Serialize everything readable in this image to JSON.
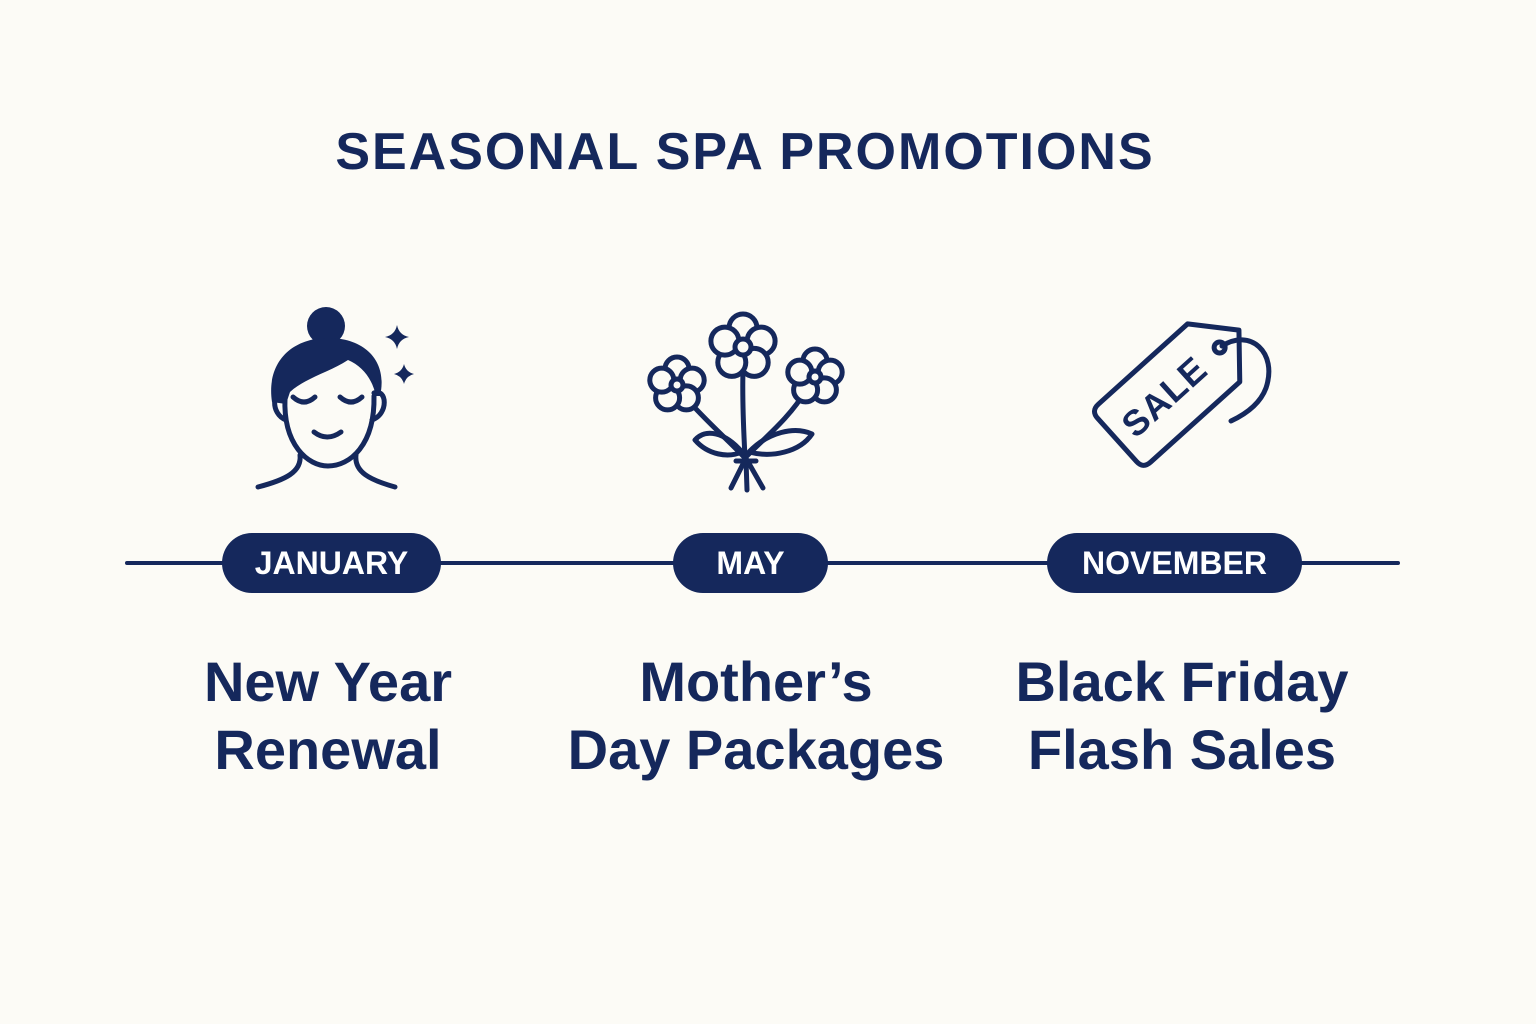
{
  "title": "SEASONAL SPA PROMOTIONS",
  "colors": {
    "background": "#FCFBF6",
    "navy": "#15285C",
    "pill_text": "#FFFFFF"
  },
  "timeline": {
    "items": [
      {
        "month": "JANUARY",
        "icon": "relaxed-face-icon",
        "label_lines": [
          "New Year",
          "Renewal"
        ]
      },
      {
        "month": "MAY",
        "icon": "flower-bouquet-icon",
        "label_lines": [
          "Mother’s",
          "Day Packages"
        ]
      },
      {
        "month": "NOVEMBER",
        "icon": "sale-tag-icon",
        "label_lines": [
          "Black Friday",
          "Flash Sales"
        ]
      }
    ]
  },
  "sale_tag_text": "SALE"
}
